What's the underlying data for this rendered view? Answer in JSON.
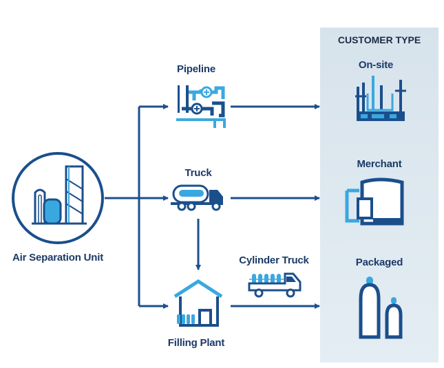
{
  "diagram": {
    "source": {
      "label": "Air Separation Unit",
      "icon": "air-separation-unit-icon"
    },
    "modes": [
      {
        "id": "pipeline",
        "label": "Pipeline",
        "icon": "pipeline-icon"
      },
      {
        "id": "truck",
        "label": "Truck",
        "icon": "tanker-truck-icon"
      },
      {
        "id": "cylinder-truck",
        "label": "Cylinder Truck",
        "icon": "cylinder-truck-icon"
      },
      {
        "id": "filling-plant",
        "label": "Filling Plant",
        "icon": "filling-plant-icon"
      }
    ],
    "customer_panel": {
      "header": "CUSTOMER TYPE",
      "types": [
        {
          "id": "on-site",
          "label": "On-site",
          "icon": "on-site-plant-icon"
        },
        {
          "id": "merchant",
          "label": "Merchant",
          "icon": "merchant-tank-icon"
        },
        {
          "id": "packaged",
          "label": "Packaged",
          "icon": "gas-cylinders-icon"
        }
      ]
    },
    "colors": {
      "primary": "#1b4f8c",
      "accent": "#3aa8e0",
      "panel": "#dbe6ee",
      "text": "#1b3a66"
    }
  }
}
